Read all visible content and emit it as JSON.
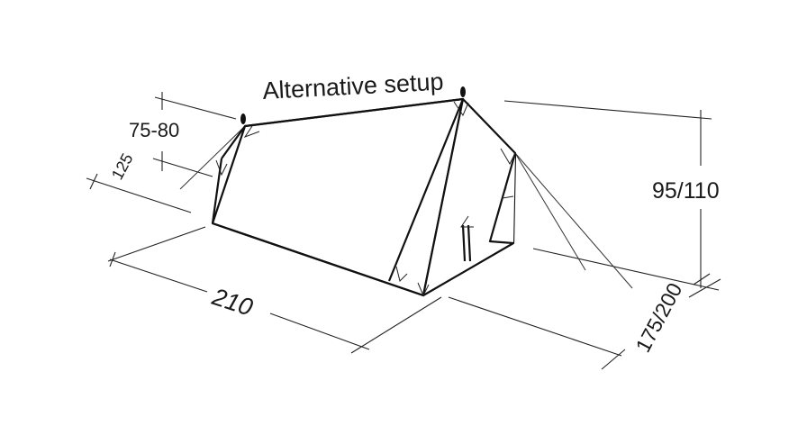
{
  "diagram": {
    "title": "Alternative setup",
    "dimensions": {
      "height_front": "75-80",
      "depth_front": "125",
      "length": "210",
      "height_back": "95/110",
      "width_back": "175/200"
    },
    "colors": {
      "line": "#111111",
      "background": "#ffffff"
    }
  }
}
